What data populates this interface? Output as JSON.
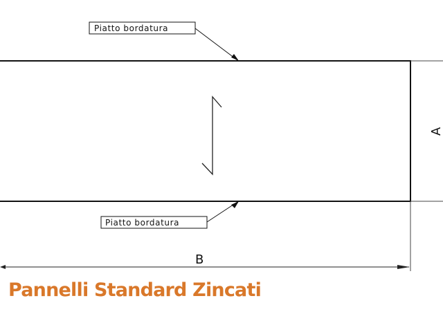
{
  "callouts": {
    "top_label": "Piatto bordatura",
    "bottom_label": "Piatto bordatura"
  },
  "dimensions": {
    "height_label": "A",
    "width_label": "B"
  },
  "caption": {
    "text": "Pannelli Standard Zincati"
  },
  "colors": {
    "line": "#111111",
    "caption": "#d9782a"
  }
}
